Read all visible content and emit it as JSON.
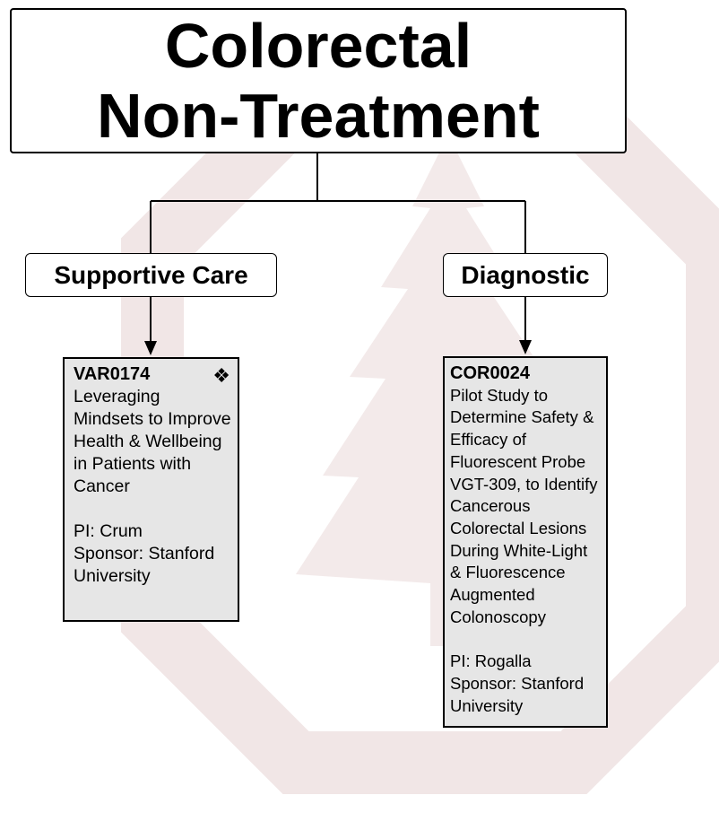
{
  "title": {
    "line1": "Colorectal",
    "line2": "Non-Treatment"
  },
  "categories": [
    {
      "label": "Supportive Care",
      "trial": {
        "id": "VAR0174",
        "flag": "❖",
        "title": "Leveraging Mindsets to Improve Health & Wellbeing in Patients with Cancer",
        "pi": "PI: Crum",
        "sponsor": "Sponsor: Stanford University"
      }
    },
    {
      "label": "Diagnostic",
      "trial": {
        "id": "COR0024",
        "title": "Pilot Study to Determine Safety & Efficacy of Fluorescent Probe VGT-309, to Identify Cancerous Colorectal Lesions During White-Light & Fluorescence Augmented Colonoscopy",
        "pi": "PI: Rogalla",
        "sponsor": "Sponsor: Stanford University"
      }
    }
  ],
  "colors": {
    "watermark": "#f0e4e4",
    "trial_box_fill": "#e6e6e6",
    "border": "#000000"
  }
}
